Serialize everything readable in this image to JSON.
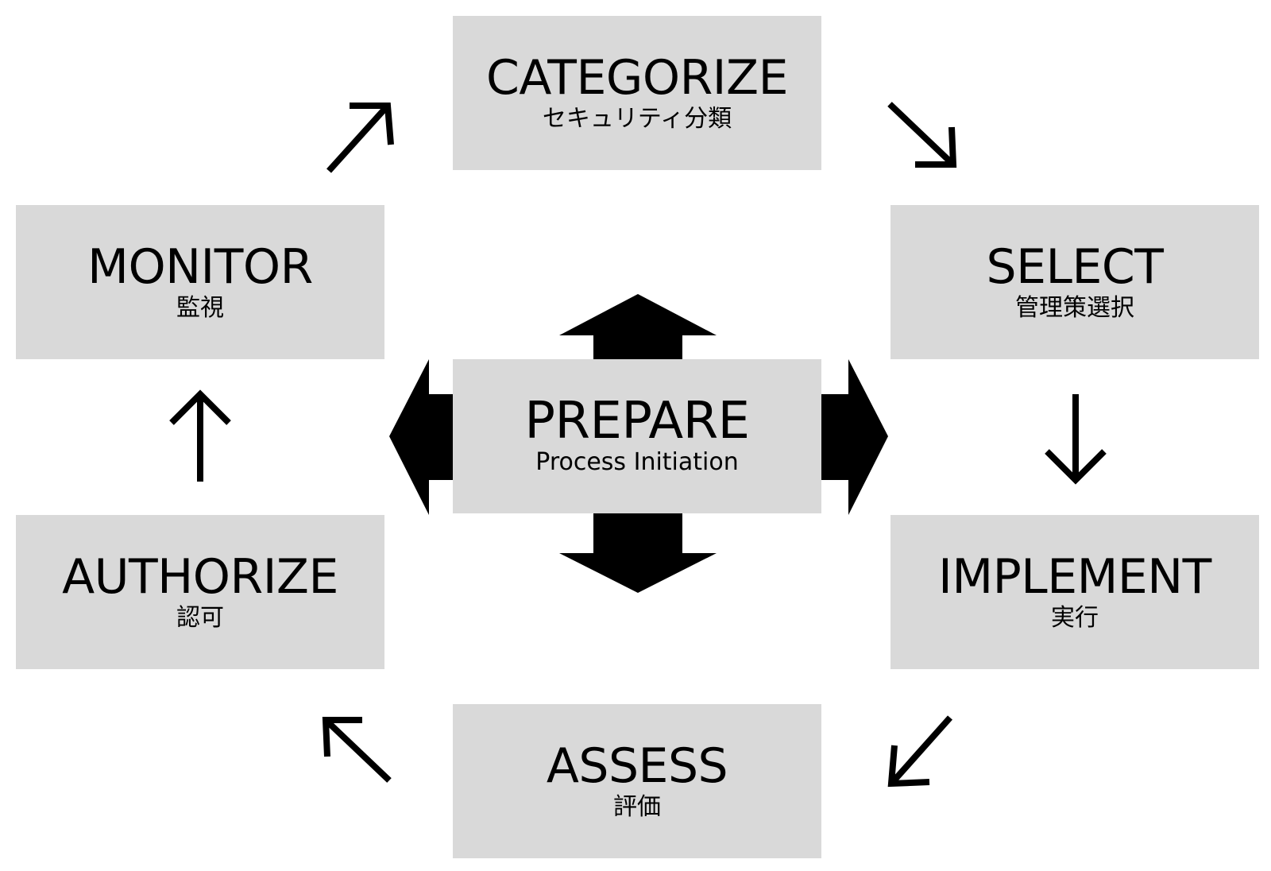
{
  "diagram": {
    "center": {
      "title": "PREPARE",
      "subtitle": "Process Initiation"
    },
    "steps": [
      {
        "id": "categorize",
        "title": "CATEGORIZE",
        "subtitle": "セキュリティ分類"
      },
      {
        "id": "select",
        "title": "SELECT",
        "subtitle": "管理策選択"
      },
      {
        "id": "implement",
        "title": "IMPLEMENT",
        "subtitle": "実行"
      },
      {
        "id": "assess",
        "title": "ASSESS",
        "subtitle": "評価"
      },
      {
        "id": "authorize",
        "title": "AUTHORIZE",
        "subtitle": "認可"
      },
      {
        "id": "monitor",
        "title": "MONITOR",
        "subtitle": "監視"
      }
    ],
    "colors": {
      "box_fill": "#d9d9d9",
      "arrow": "#000000",
      "text": "#000000",
      "background": "#ffffff"
    }
  }
}
